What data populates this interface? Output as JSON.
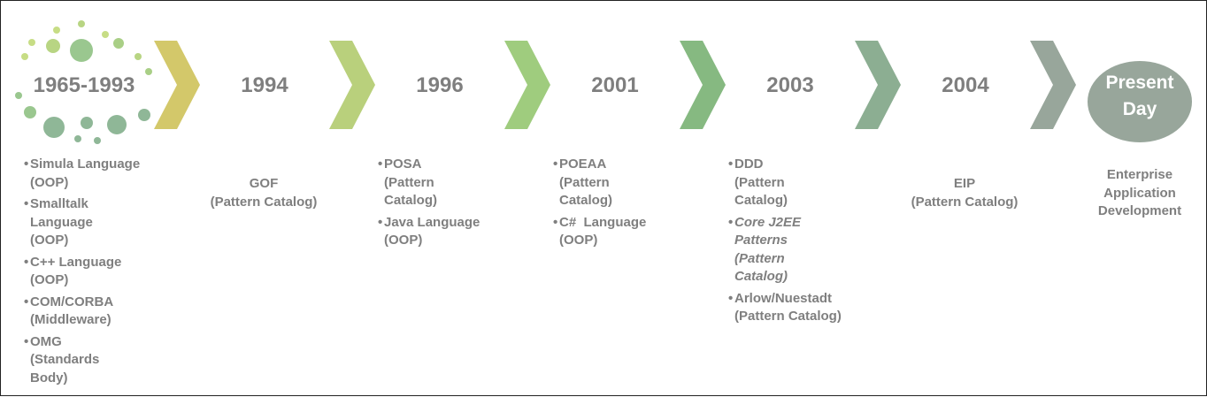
{
  "colors": {
    "text_gray": "#7f7f7f",
    "arrows": [
      "#d3c86a",
      "#b9d07c",
      "#9fcc7e",
      "#86b981",
      "#8cae92",
      "#98a69b"
    ],
    "dots_light": "#c7dd85",
    "dots_mid": "#9ac78f",
    "dots_dark": "#8fb797",
    "present_circle": "#98a69b"
  },
  "milestones": [
    {
      "year": "1965-1993",
      "items": [
        {
          "text": "Simula Language (OOP)"
        },
        {
          "text": "Smalltalk Language (OOP)"
        },
        {
          "text": "C++ Language (OOP)"
        },
        {
          "text": "COM/CORBA (Middleware)"
        },
        {
          "text": "OMG (Standards Body)"
        }
      ]
    },
    {
      "year": "1994",
      "caption_line1": "GOF",
      "caption_line2": "(Pattern Catalog)"
    },
    {
      "year": "1996",
      "items": [
        {
          "text": "POSA (Pattern Catalog)"
        },
        {
          "text": "Java Language (OOP)"
        }
      ]
    },
    {
      "year": "2001",
      "items": [
        {
          "text": "POEAA (Pattern Catalog)"
        },
        {
          "text": "C#  Language (OOP)"
        }
      ]
    },
    {
      "year": "2003",
      "items": [
        {
          "text": "DDD (Pattern Catalog)"
        },
        {
          "text": "Core J2EE Patterns (Pattern Catalog)",
          "italic": true
        },
        {
          "text": "Arlow/Nuestadt (Pattern Catalog)"
        }
      ]
    },
    {
      "year": "2004",
      "caption_line1": "EIP",
      "caption_line2": "(Pattern Catalog)"
    }
  ],
  "present": {
    "line1": "Present",
    "line2": "Day",
    "caption_line1": "Enterprise",
    "caption_line2": "Application",
    "caption_line3": "Development"
  }
}
